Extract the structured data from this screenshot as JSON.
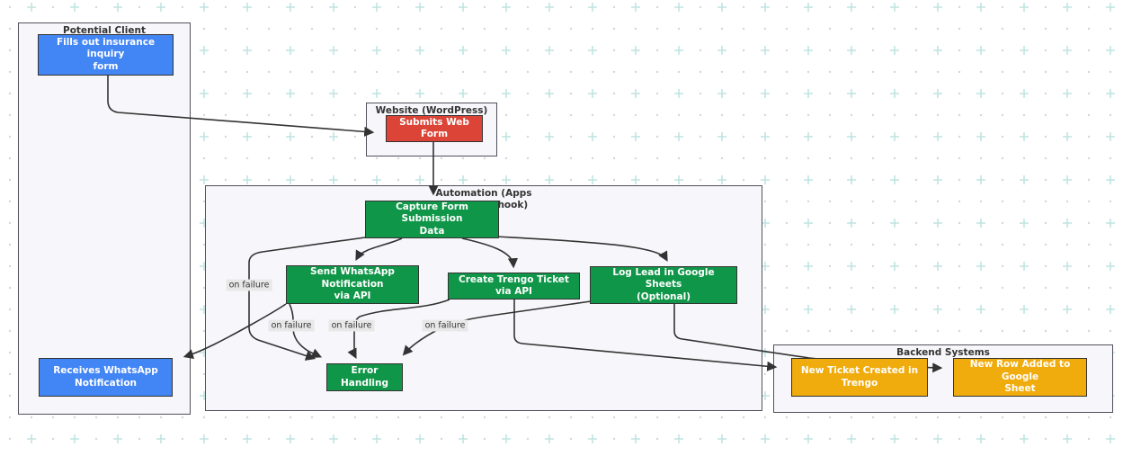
{
  "diagram": {
    "colors": {
      "client_node": "#4285F4",
      "web_node": "#DB4437",
      "automation_node": "#109648",
      "backend_node": "#F0AB0C",
      "edge": "#333333",
      "edge_label_bg": "#e8e8e8",
      "cluster_fill": "#f7f7fb",
      "cluster_border": "#50505c",
      "grid_plus": "#bfe4e0",
      "grid_dot": "#d2d8da"
    },
    "subgraphs": [
      {
        "title": "Potential Client"
      },
      {
        "title": "Website (WordPress)"
      },
      {
        "title": "Automation (Apps\nScript Webhook)"
      },
      {
        "title": "Backend Systems"
      }
    ],
    "nodes": [
      {
        "id": "fills_form",
        "label": "Fills out insurance inquiry\nform",
        "subgraph": "Potential Client",
        "color": "blue"
      },
      {
        "id": "submits_form",
        "label": "Submits Web Form",
        "subgraph": "Website (WordPress)",
        "color": "red"
      },
      {
        "id": "capture_data",
        "label": "Capture Form Submission\nData",
        "subgraph": "Automation",
        "color": "green"
      },
      {
        "id": "send_whatsapp",
        "label": "Send WhatsApp Notification\nvia API",
        "subgraph": "Automation",
        "color": "green"
      },
      {
        "id": "create_ticket",
        "label": "Create Trengo Ticket via API",
        "subgraph": "Automation",
        "color": "green"
      },
      {
        "id": "log_lead",
        "label": "Log Lead in Google Sheets\n(Optional)",
        "subgraph": "Automation",
        "color": "green"
      },
      {
        "id": "error_handling",
        "label": "Error Handling",
        "subgraph": "Automation",
        "color": "green"
      },
      {
        "id": "receives_whatsapp",
        "label": "Receives WhatsApp\nNotification",
        "subgraph": "Potential Client",
        "color": "blue"
      },
      {
        "id": "new_ticket",
        "label": "New Ticket Created in\nTrengo",
        "subgraph": "Backend Systems",
        "color": "orange"
      },
      {
        "id": "new_row",
        "label": "New Row Added to Google\nSheet",
        "subgraph": "Backend Systems",
        "color": "orange"
      }
    ],
    "edges": [
      {
        "from": "fills_form",
        "to": "submits_form",
        "label": ""
      },
      {
        "from": "submits_form",
        "to": "capture_data",
        "label": ""
      },
      {
        "from": "capture_data",
        "to": "send_whatsapp",
        "label": ""
      },
      {
        "from": "capture_data",
        "to": "create_ticket",
        "label": ""
      },
      {
        "from": "capture_data",
        "to": "log_lead",
        "label": ""
      },
      {
        "from": "capture_data",
        "to": "error_handling",
        "label": "on failure"
      },
      {
        "from": "send_whatsapp",
        "to": "error_handling",
        "label": "on failure"
      },
      {
        "from": "create_ticket",
        "to": "error_handling",
        "label": "on failure"
      },
      {
        "from": "log_lead",
        "to": "error_handling",
        "label": "on failure"
      },
      {
        "from": "send_whatsapp",
        "to": "receives_whatsapp",
        "label": ""
      },
      {
        "from": "create_ticket",
        "to": "new_ticket",
        "label": ""
      },
      {
        "from": "log_lead",
        "to": "new_row",
        "label": ""
      }
    ]
  }
}
